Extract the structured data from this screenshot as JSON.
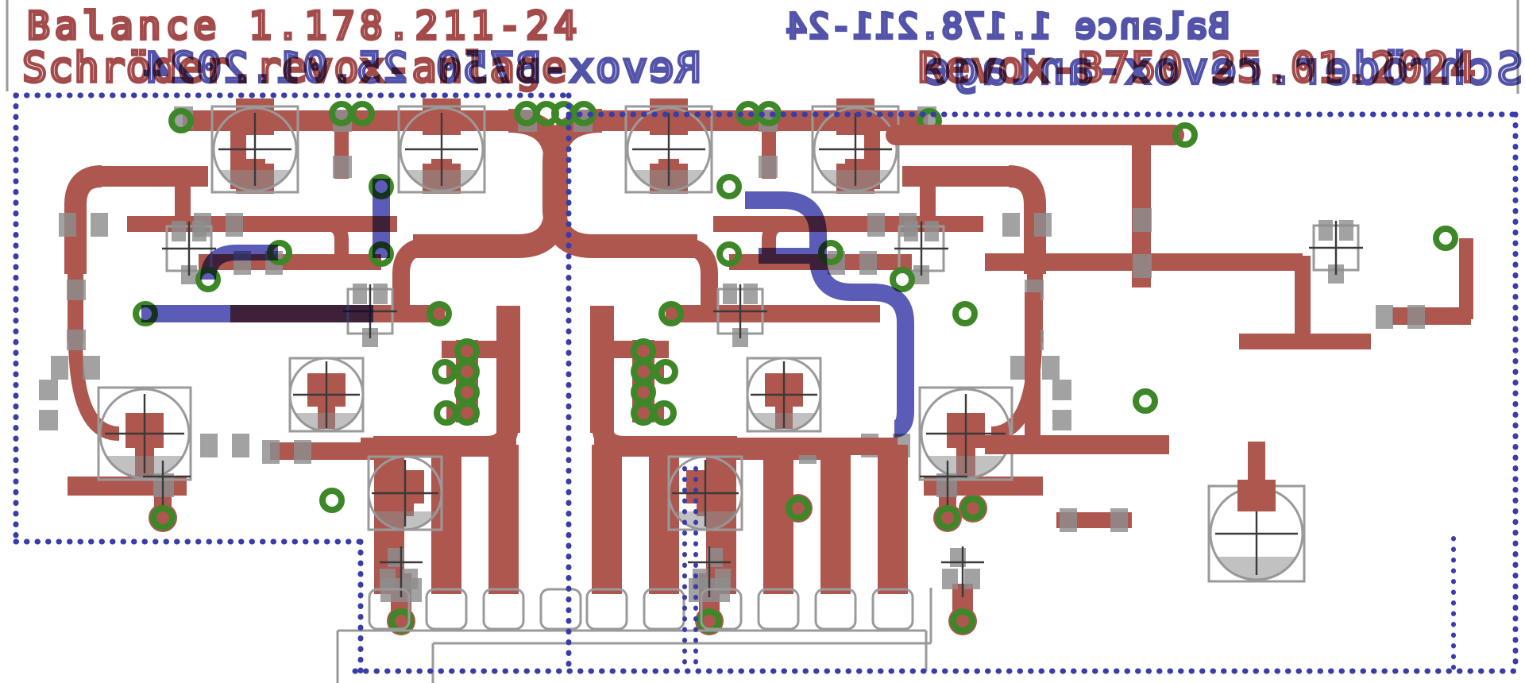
{
  "app": {
    "type": "pcb-layout-editor-canvas",
    "description": "Two mirrored halves of a Revox B750 balance amplifier PCB shown side by side with top copper (red), bottom copper (blue), vias (green), silkscreen (gray) and dotted board outline"
  },
  "labels": {
    "title_left": "Balance 1.178.211-24",
    "title_right_mirrored": "Balance 1.178.211-24",
    "subtitle_left": "Schröder.revox-anlage",
    "subtitle_left_overlay_mirrored": "Revox-B750 25.01.2024",
    "subtitle_right": "Revox-B750 25.01.2024",
    "subtitle_right_overlay_mirrored": "Schröder.revox-anlage"
  },
  "colors": {
    "background": "#ffffff",
    "top_copper": "#ae574e",
    "bottom_copper": "#5b5cb8",
    "copper_overlap": "#7e2a40",
    "via_ring": "#3e8728",
    "silkscreen": "#9a9a9a",
    "pads": "#8d8d8d",
    "board_outline": "#3a3da8",
    "text_top_layer": "#a34b4b",
    "text_bottom_layer": "#5253a9"
  },
  "board": {
    "halves": 2,
    "outline_style": "dotted",
    "edge_connector_finger_count": 10,
    "large_capacitor_count": 10,
    "via_style": "green ring, hollow center"
  }
}
